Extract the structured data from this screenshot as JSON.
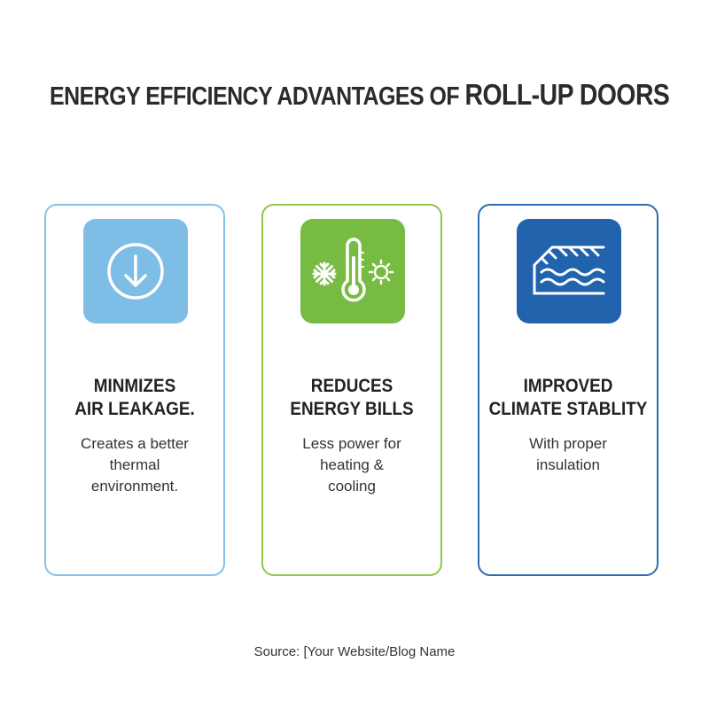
{
  "title": {
    "main": "ENERGY EFFICIENCY ADVANTAGES OF ",
    "accent": "ROLL-UP DOORS"
  },
  "colors": {
    "card1_border": "#86c1e8",
    "card1_tile": "#7dbde6",
    "card2_border": "#8cc84b",
    "card2_tile": "#78bb43",
    "card3_border": "#2c6cb1",
    "card3_tile": "#2263ad"
  },
  "cards": [
    {
      "icon": "down-arrow-circle-icon",
      "heading": [
        "MINMIZES",
        "AIR LEAKAGE."
      ],
      "body": [
        "Creates a better",
        "thermal",
        "environment."
      ]
    },
    {
      "icon": "thermometer-snowflake-sun-icon",
      "heading": [
        "REDUCES",
        "ENERGY BILLS"
      ],
      "body": [
        "Less power for",
        "heating &",
        "cooling"
      ]
    },
    {
      "icon": "insulation-layers-icon",
      "heading": [
        "IMPROVED",
        "CLIMATE STABLITY"
      ],
      "body": [
        "With proper",
        "insulation"
      ]
    }
  ],
  "source": "Source: [Your Website/Blog Name"
}
